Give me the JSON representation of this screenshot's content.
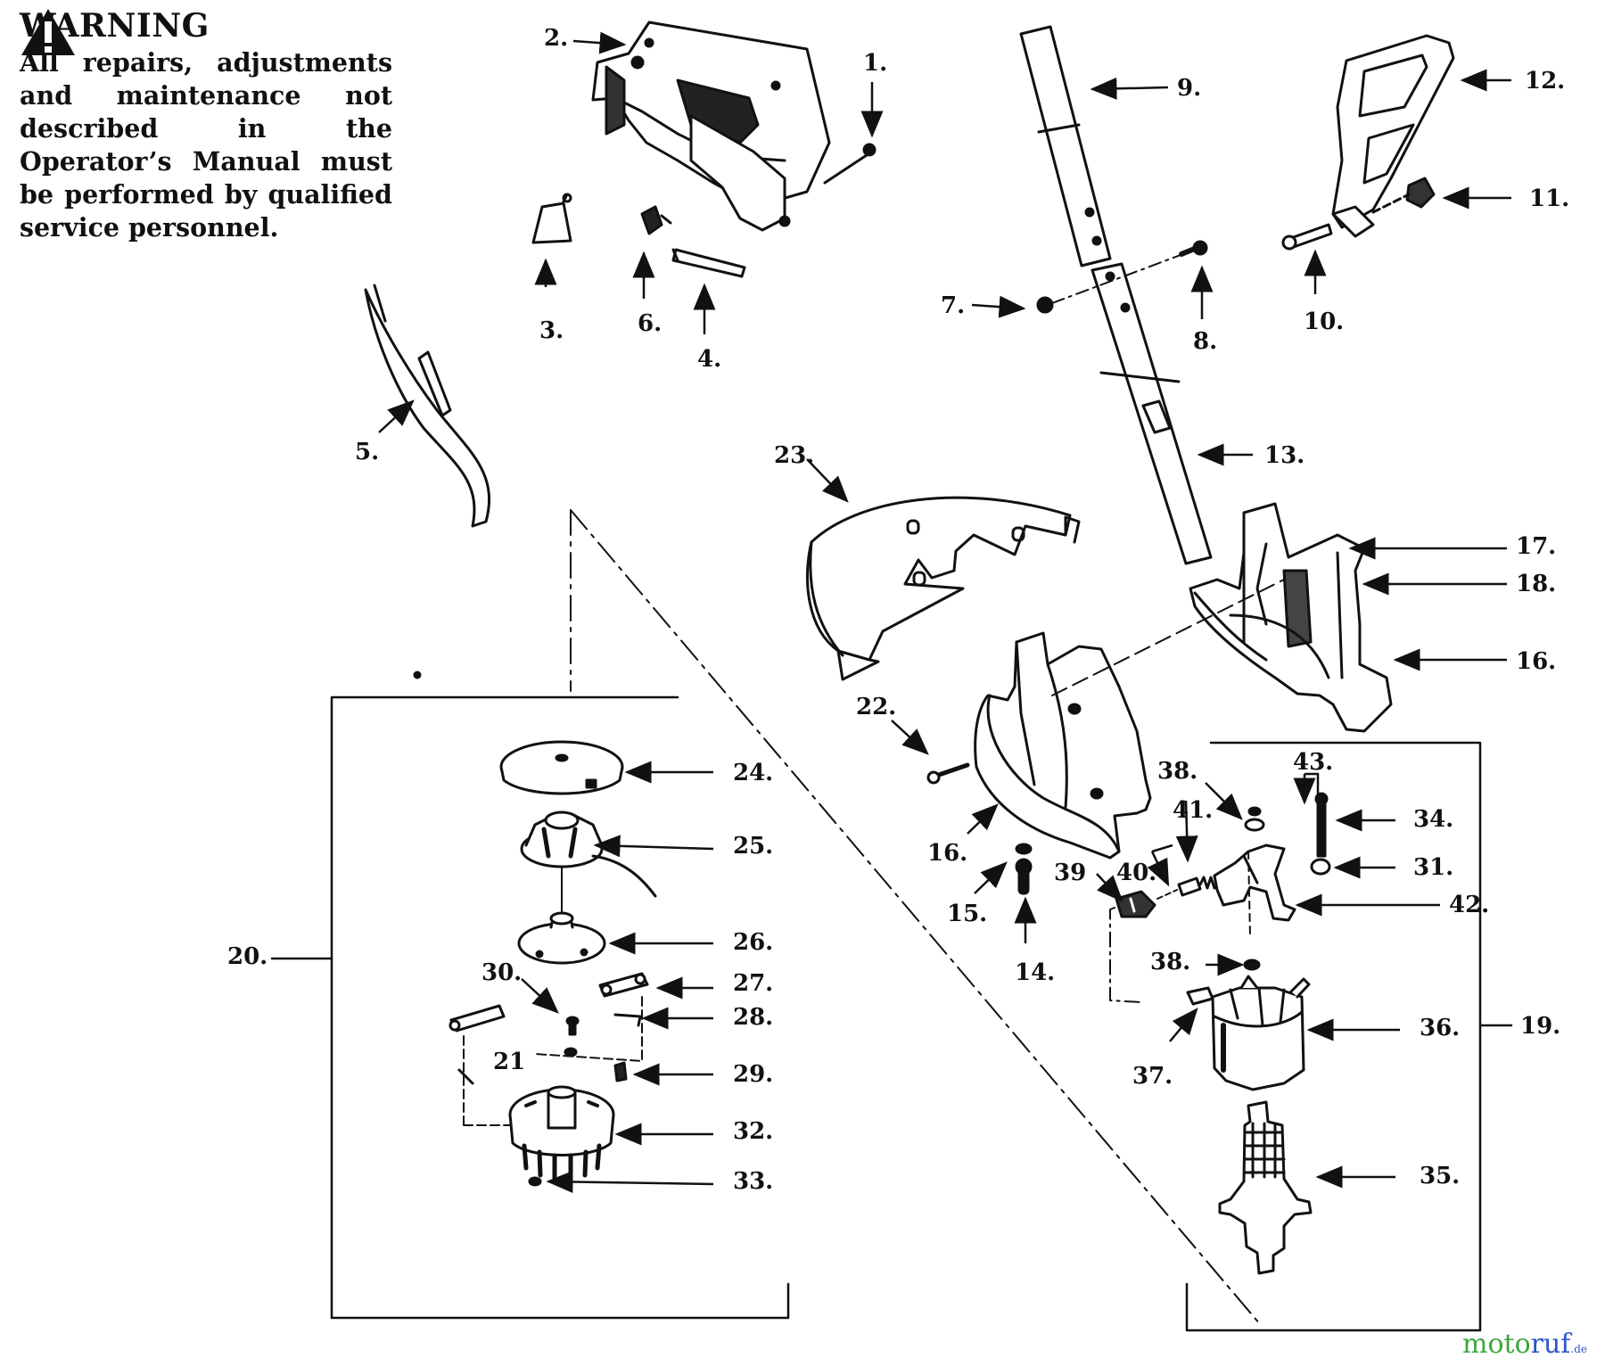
{
  "warning": {
    "title": "WARNING",
    "text": "All repairs, adjustments and maintenance not described in the Operator’s Manual must be performed by qualified service personnel."
  },
  "labels": {
    "l1": "1.",
    "l2": "2.",
    "l3": "3.",
    "l4": "4.",
    "l5": "5.",
    "l6": "6.",
    "l7": "7.",
    "l8": "8.",
    "l9": "9.",
    "l10": "10.",
    "l11": "11.",
    "l12": "12.",
    "l13": "13.",
    "l14": "14.",
    "l15": "15.",
    "l16a": "16.",
    "l16b": "16.",
    "l17": "17.",
    "l18": "18.",
    "l19": "19.",
    "l20": "20.",
    "l21": "21",
    "l22": "22.",
    "l23": "23.",
    "l24": "24.",
    "l25": "25.",
    "l26": "26.",
    "l27": "27.",
    "l28": "28.",
    "l29": "29.",
    "l30": "30.",
    "l31": "31.",
    "l32": "32.",
    "l33": "33.",
    "l34": "34.",
    "l35": "35.",
    "l36": "36.",
    "l37": "37.",
    "l38a": "38.",
    "l38b": "38.",
    "l39": "39",
    "l40": "40.",
    "l41": "41.",
    "l42": "42.",
    "l43": "43."
  },
  "watermark": {
    "part1": "moto",
    "part2": "ruf",
    "suffix": ".de"
  }
}
